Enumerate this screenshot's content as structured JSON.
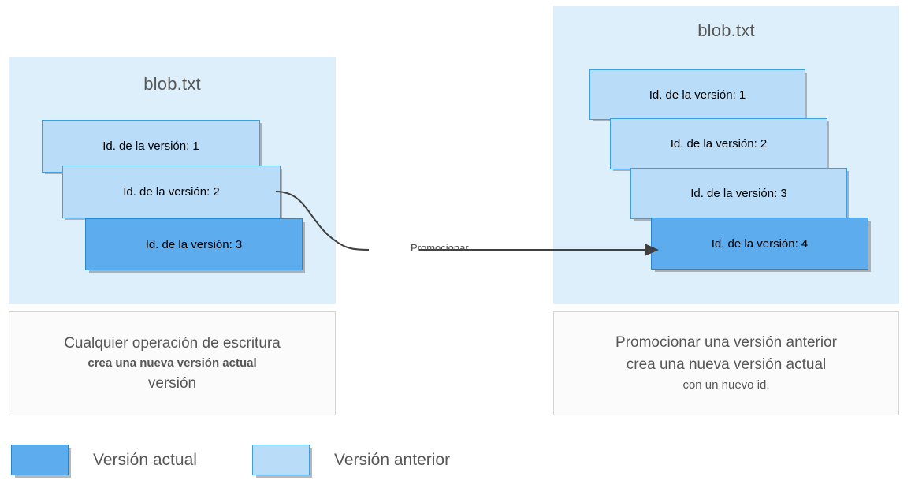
{
  "diagram": {
    "title_icon": "blob-file-icon",
    "left_panel": {
      "title": "blob.txt",
      "versions": [
        {
          "label": "Id. de la versión: 1",
          "state": "previous"
        },
        {
          "label": "Id. de la versión: 2",
          "state": "previous"
        },
        {
          "label": "Id. de la versión: 3",
          "state": "current"
        }
      ],
      "caption": {
        "line1": "Cualquier operación de escritura",
        "line2": "crea una nueva versión actual",
        "line3": "versión"
      }
    },
    "right_panel": {
      "title": "blob.txt",
      "versions": [
        {
          "label": "Id. de la versión: 1",
          "state": "previous"
        },
        {
          "label": "Id. de la versión: 2",
          "state": "previous"
        },
        {
          "label": "Id. de la versión: 3",
          "state": "previous"
        },
        {
          "label": "Id. de la versión: 4",
          "state": "current"
        }
      ],
      "caption": {
        "line1": "Promocionar una versión anterior",
        "line2": "crea una nueva versión actual",
        "line3": "con un nuevo id."
      }
    },
    "connector": {
      "label": "Promocionar",
      "icon": "arrow-right-icon",
      "from": "Id. de la versión: 2",
      "to": "Id. de la versión: 4"
    },
    "legend": [
      {
        "label": "Versión actual",
        "swatch": "current-version-swatch",
        "color": "#5cacee"
      },
      {
        "label": "Versión anterior",
        "swatch": "previous-version-swatch",
        "color": "#b9dcf8"
      }
    ],
    "colors": {
      "panel_background": "#ddeffa",
      "current_version": "#5cacee",
      "current_version_border": "#2d86c6",
      "previous_version": "#b9dcf8",
      "previous_version_border": "#3f9ee1",
      "caption_background": "#fbfbfb",
      "caption_border": "#d3d3d3",
      "text": "#575757",
      "connector_line": "#404040"
    }
  }
}
